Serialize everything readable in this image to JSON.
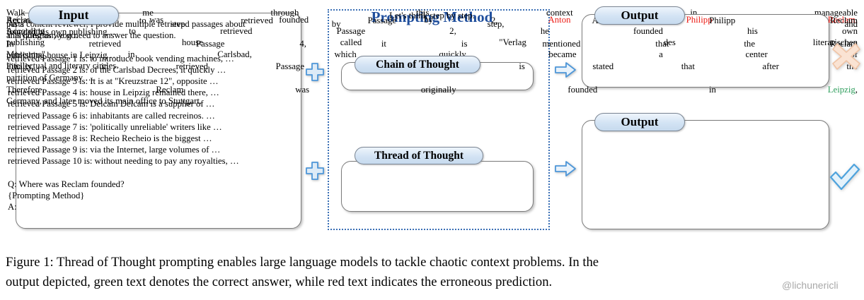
{
  "input": {
    "title": "Input",
    "intro_line_1": "As a content reviewer, I provide multiple retrieved passages about",
    "intro_line_2": "this question; you need to answer the question.",
    "passages": [
      "retrieved Passage 1 is: to introduce book vending machines, …",
      "retrieved Passage 2 is: of the Carlsbad Decrees, it quickly …",
      "retrieved Passage 3 is: It is at \"Kreuzstrae 12\", opposite …",
      "retrieved Passage 4 is: house in Leipzig remained there, …",
      "retrieved Passage 5 is: Delcam Delcam is a supplier of …",
      "retrieved Passage 6 is: inhabitants are called recreinos. …",
      "retrieved Passage 7 is: 'politically unreliable' writers like …",
      "retrieved Passage 8 is: Recheio Recheio is the biggest …",
      "retrieved Passage 9 is: via the Internet, large volumes of …",
      "retrieved Passage 10 is: without needing to pay any royalties, …"
    ],
    "question": "Q: Where was Reclam founded?",
    "placeholder": "{Prompting Method}",
    "answer_prefix": "A:"
  },
  "method": {
    "title": "Prompting Method",
    "cot": {
      "title": "Chain of Thought",
      "text": "Let's think step by step."
    },
    "tot": {
      "title": "Thread of Thought",
      "line_1": "Walk me through this context in manageable",
      "line_2": "parts step by step, summarizing and",
      "line_3": "analyzing as we go."
    }
  },
  "outputs": [
    {
      "title": "Output",
      "lines": [
        {
          "segments": [
            {
              "text": "Reclam was founded by ",
              "color": "black"
            },
            {
              "text": "Anton Philipp Reclam.",
              "color": "red"
            }
          ],
          "justify": true
        },
        {
          "segments": [
            {
              "text": "According to retrieved Passage 2, he founded his own",
              "color": "black"
            }
          ],
          "justify": true
        },
        {
          "segments": [
            {
              "text": "publishing house called \"Verlag des literarischen",
              "color": "black"
            }
          ],
          "justify": true
        },
        {
          "segments": [
            {
              "text": "Museums\" in Carlsbad, which quickly became a center of",
              "color": "black"
            }
          ],
          "justify": true
        },
        {
          "segments": [
            {
              "text": "intellectual and literary circles.",
              "color": "black"
            }
          ],
          "justify": false
        }
      ],
      "verdict": "incorrect",
      "verdict_icon": "cross-mark-icon"
    },
    {
      "title": "Output",
      "lines": [
        {
          "segments": [
            {
              "text": "According to retrieved Passage 2, Anton Philipp Reclam",
              "color": "black"
            }
          ],
          "justify": true
        },
        {
          "segments": [
            {
              "text": "founded his own publishing …",
              "color": "black"
            }
          ],
          "justify": false
        },
        {
          "segments": [
            {
              "text": "In retrieved Passage 4, it is mentioned that the Reclam",
              "color": "black"
            }
          ],
          "justify": true
        },
        {
          "segments": [
            {
              "text": "publishing house in Leipzig …",
              "color": "black"
            }
          ],
          "justify": false
        },
        {
          "segments": [
            {
              "text": "Finally, in retrieved Passage 7, it is stated that after the",
              "color": "black"
            }
          ],
          "justify": true
        },
        {
          "segments": [
            {
              "text": "partition of Germany …",
              "color": "black"
            }
          ],
          "justify": false
        },
        {
          "segments": [
            {
              "text": "Therefore, Reclam was originally founded in ",
              "color": "black"
            },
            {
              "text": "Leipzig",
              "color": "green"
            },
            {
              "text": ",",
              "color": "black"
            }
          ],
          "justify": true
        },
        {
          "segments": [
            {
              "text": "Germany, and later moved its main office to Stuttgart.",
              "color": "black"
            }
          ],
          "justify": false
        }
      ],
      "verdict": "correct",
      "verdict_icon": "check-mark-icon"
    }
  ],
  "icons": {
    "plus": "plus-icon",
    "arrow": "right-arrow-icon",
    "cross": "cross-mark-icon",
    "check": "check-mark-icon"
  },
  "caption": {
    "line_1": "Figure 1: Thread of Thought prompting enables large language models to tackle chaotic context problems. In the",
    "line_2": "output depicted, green text denotes the correct answer, while red text indicates the erroneous prediction."
  },
  "watermark": "@lichunericli",
  "colors": {
    "accent_blue": "#1f4e9c",
    "pill_fill": "#d3e3f4",
    "error_red": "#ec1c15",
    "correct_green": "#2f9e5d",
    "cross_orange": "#f5cfb8",
    "check_blue": "#4ea3dd"
  }
}
